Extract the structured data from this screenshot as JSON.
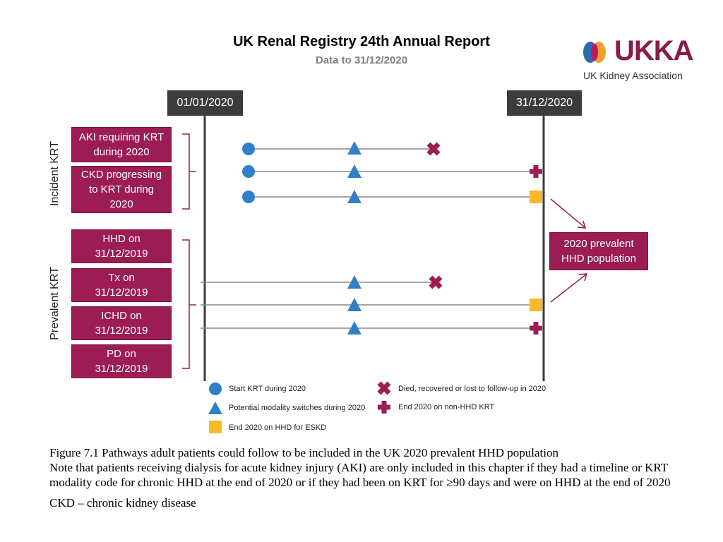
{
  "header": {
    "title": "UK Renal Registry 24th Annual Report",
    "subtitle": "Data to 31/12/2020"
  },
  "logo": {
    "wordmark": "UKKA",
    "tagline": "UK Kidney Association",
    "colors": {
      "primary": "#8a1b4a",
      "blue": "#2b6cb0",
      "orange": "#f0a030"
    }
  },
  "timeline": {
    "start_label": "01/01/2020",
    "end_label": "31/12/2020"
  },
  "groups": {
    "incident_label": "Incident KRT",
    "prevalent_label": "Prevalent KRT"
  },
  "boxes": {
    "aki": "AKI requiring KRT during 2020",
    "ckd": "CKD progressing to KRT during 2020",
    "hhd": "HHD on 31/12/2019",
    "tx": "Tx on 31/12/2019",
    "ichd": "ICHD on 31/12/2019",
    "pd": "PD on 31/12/2019",
    "population": "2020 prevalent HHD population"
  },
  "legend": {
    "start": "Start KRT during 2020",
    "switch": "Potential modality switches during 2020",
    "hhd_end": "End 2020 on HHD for ESKD",
    "died": "Died, recovered or lost to follow-up in 2020",
    "non_hhd": "End 2020 on non-HHD KRT"
  },
  "colors": {
    "box": "#9b1d54",
    "circle": "#2f80c8",
    "triangle": "#2f80c8",
    "square": "#f7b82a",
    "cross": "#9b1d54",
    "header": "#3c3c3c"
  },
  "caption": {
    "line1": "Figure 7.1 Pathways adult patients could follow to be included in the UK 2020 prevalent HHD population",
    "line2": "Note that patients receiving dialysis for acute kidney injury (AKI) are only included in this chapter if they had a timeline or KRT modality code for chronic HHD at the end of 2020 or if they had been on KRT for ≥90 days and were on HHD at the end of 2020",
    "abbrev": "CKD – chronic kidney disease"
  }
}
